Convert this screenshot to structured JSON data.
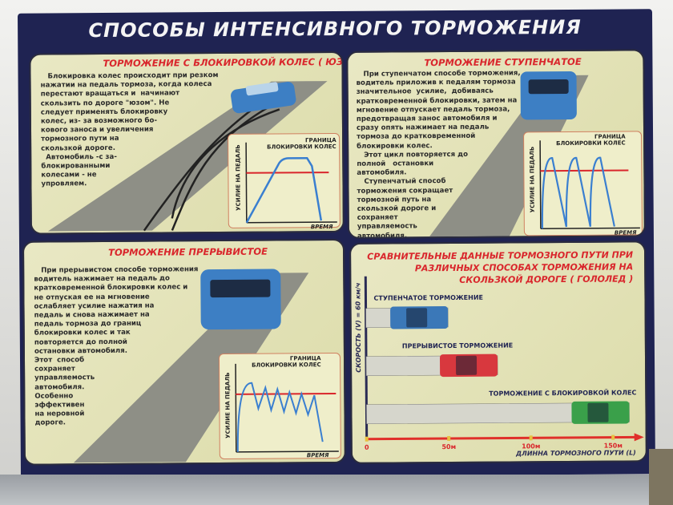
{
  "poster": {
    "title": "СПОСОБЫ ИНТЕНСИВНОГО ТОРМОЖЕНИЯ",
    "colors": {
      "frame": "#1f2352",
      "panel": "#e9e8c4",
      "heading": "#d9262c",
      "curve": "#3a7fd0",
      "limit_line": "#d9262c"
    },
    "panels": [
      {
        "title": "ТОРМОЖЕНИЕ С БЛОКИРОВКОЙ КОЛЕС ( ЮЗ )",
        "text": "   Блокировка колес происходит при резком\nнажатии на педаль тормоза, когда колеса\nперестают вращаться и  начинают\nскользить по дороге \"юзом\". Не\nследует применять блокировку\nколес, из- за возможного бо-\nкового заноса и увеличения\nтормозного пути на\nскользкой дороге.\n  Автомобиль -с за-\nблокированными\nколесами - не\nупровляем.",
        "chart": {
          "limit_label": "ГРАНИЦА\nБЛОКИРОВКИ КОЛЕС",
          "ylabel": "УСИЛИЕ НА ПЕДАЛЬ",
          "xlabel": "ВРЕМЯ"
        }
      },
      {
        "title": "ТОРМОЖЕНИЕ СТУПЕНЧАТОЕ",
        "text": "   При ступенчатом способе торможения,\nводитель приложив к педалям тормоза\nзначительное  усилие,  добиваясь\nкратковременной блокировки, затем на\nмгновение отпускает педаль тормоза,\nпредотвращая занос автомобиля и\nсразу опять нажимает на педаль\nтормоза до кратковременной\nблокировки колес.\n   Этот цикл повторяется до\nполной   остановки\nавтомобиля.\n   Ступенчатый способ\nторможения сокращает\nтормозной путь на\nскользкой дороге и\nсохраняет\nуправляемость\nавтомобиля.",
        "chart": {
          "limit_label": "ГРАНИЦА\nБЛОКИРОВКИ КОЛЕС",
          "ylabel": "УСИЛИЕ НА ПЕДАЛЬ",
          "xlabel": "ВРЕМЯ"
        }
      },
      {
        "title": "ТОРМОЖЕНИЕ ПРЕРЫВИСТОЕ",
        "text": "   При прерывистом способе торможения\nводитель нажимает на педаль до\nкратковременной блокировки колес и\nне отпуская ее на мгновение\nослабляет усилие нажатия на\nпедаль и снова нажимает на\nпедаль тормоза до границ\nблокировки колес и так\nповторяется до полной\nостановки автомобиля.\nЭтот  способ\nсохраняет\nуправляемость\nавтомобиля.\nОсобенно\nэффективен\nна неровной\nдороге.",
        "chart": {
          "limit_label": "ГРАНИЦА\nБЛОКИРОВКИ КОЛЕС",
          "ylabel": "УСИЛИЕ НА ПЕДАЛЬ",
          "xlabel": "ВРЕМЯ"
        }
      },
      {
        "title": "СРАВНИТЕЛЬНЫЕ ДАННЫЕ ТОРМОЗНОГО ПУТИ ПРИ\nРАЗЛИЧНЫХ СПОСОБАХ ТОРМОЖЕНИЯ НА\nСКОЛЬЗКОЙ ДОРОГЕ ( ГОЛОЛЕД )",
        "ylabel": "СКОРОСТЬ (V) = 60 км/ч",
        "xlabel": "ДЛИННА ТОРМОЗНОГО ПУТИ (L)",
        "ticks": [
          "0",
          "50м",
          "100м",
          "150м"
        ],
        "bars": [
          {
            "label": "СТУПЕНЧАТОЕ ТОРМОЖЕНИЕ",
            "distance_m": 50,
            "car_color": "#3b78b8"
          },
          {
            "label": "ПРЕРЫВИСТОЕ ТОРМОЖЕНИЕ",
            "distance_m": 80,
            "car_color": "#d8383e"
          },
          {
            "label": "ТОРМОЖЕНИЕ С БЛОКИРОВКОЙ КОЛЕС",
            "distance_m": 160,
            "car_color": "#3aa04a"
          }
        ]
      }
    ]
  }
}
